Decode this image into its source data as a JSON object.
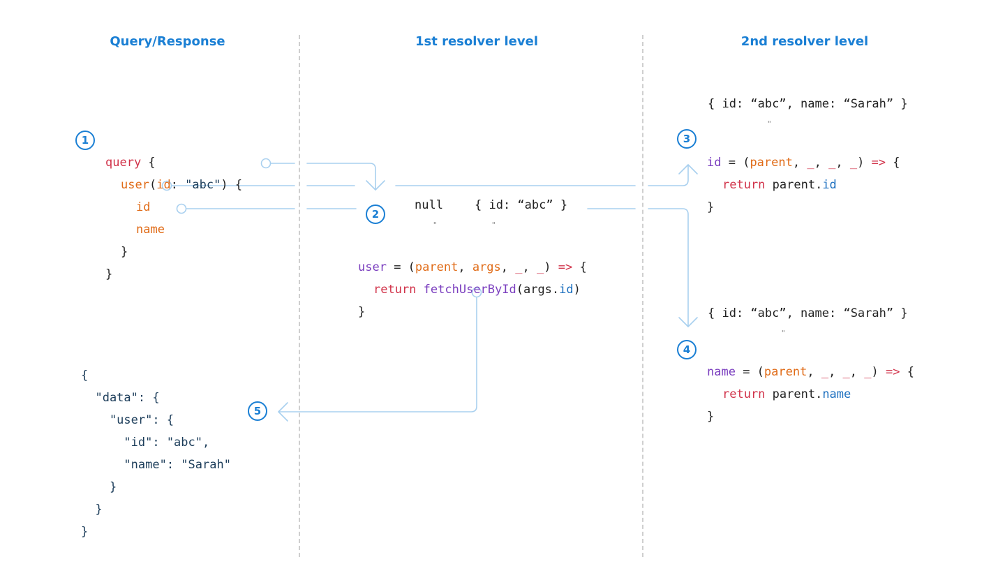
{
  "columns": {
    "query_response": "Query/Response",
    "first_level": "1st resolver level",
    "second_level": "2nd resolver level"
  },
  "steps": [
    "1",
    "2",
    "3",
    "4",
    "5"
  ],
  "query": {
    "l1_kw": "query",
    "l1_rest": " {",
    "l2_field": "user",
    "l2_a": "(",
    "l2_arg": "id",
    "l2_b": ": ",
    "l2_val": "\"abc\"",
    "l2_c": ") {",
    "l3_field": "id",
    "l4_field": "name",
    "l5": "}",
    "l6": "}"
  },
  "resolver_user": {
    "parent_value": "null",
    "args_value": "{ id: “abc” }",
    "eq": "\"",
    "name": "user",
    "eq_sign": " = (",
    "p1": "parent",
    "comma1": ", ",
    "p2": "args",
    "comma2": ", ",
    "u1": "_",
    "comma3": ", ",
    "u2": "_",
    "close": ") ",
    "arrow": "=>",
    "brace": " {",
    "ret_kw": "return",
    "call": "fetchUserById",
    "call_a": "(args.",
    "call_prop": "id",
    "call_b": ")",
    "end": "}"
  },
  "resolver_id": {
    "parent_value": "{ id: “abc”, name: “Sarah” }",
    "eq": "\"",
    "name": "id",
    "eq_sign": " = (",
    "p1": "parent",
    "sep1": ", ",
    "u1": "_",
    "sep2": ", ",
    "u2": "_",
    "sep3": ", ",
    "u3": "_",
    "close": ") ",
    "arrow": "=>",
    "brace": " {",
    "ret_kw": "return",
    "ret_a": " parent.",
    "ret_prop": "id",
    "end": "}"
  },
  "resolver_name": {
    "parent_value": "{ id: “abc”, name: “Sarah” }",
    "eq": "\"",
    "name": "name",
    "eq_sign": " = (",
    "p1": "parent",
    "sep1": ", ",
    "u1": "_",
    "sep2": ", ",
    "u2": "_",
    "sep3": ", ",
    "u3": "_",
    "close": ") ",
    "arrow": "=>",
    "brace": " {",
    "ret_kw": "return",
    "ret_a": " parent.",
    "ret_prop": "name",
    "end": "}"
  },
  "response": {
    "lines": [
      "{",
      "  \"data\": {",
      "    \"user\": {",
      "      \"id\": \"abc\",",
      "      \"name\": \"Sarah\"",
      "    }",
      "  }",
      "}"
    ]
  },
  "colors": {
    "accent": "#1a7fd4",
    "arrow": "#a9d0ef",
    "keyword": "#d1334a",
    "function": "#7b3fbf",
    "field": "#e06b17",
    "property": "#1c6fbf"
  }
}
